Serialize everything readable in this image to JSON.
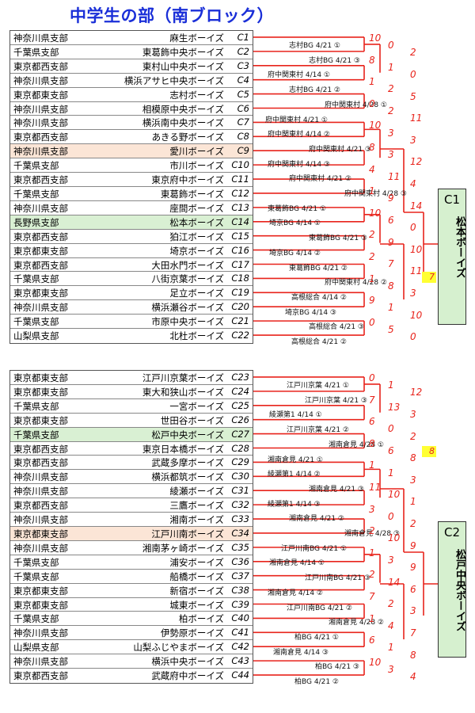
{
  "title": "中学生の部（南ブロック）",
  "block1_rows": [
    {
      "branch": "神奈川県支部",
      "team": "麻生ボーイズ",
      "code": "C1",
      "hl": ""
    },
    {
      "branch": "千葉県支部",
      "team": "東葛飾中央ボーイズ",
      "code": "C2",
      "hl": ""
    },
    {
      "branch": "東京都西支部",
      "team": "東村山中央ボーイズ",
      "code": "C3",
      "hl": ""
    },
    {
      "branch": "神奈川県支部",
      "team": "横浜アサヒ中央ボーイズ",
      "code": "C4",
      "hl": ""
    },
    {
      "branch": "東京都東支部",
      "team": "志村ボーイズ",
      "code": "C5",
      "hl": ""
    },
    {
      "branch": "神奈川県支部",
      "team": "相模原中央ボーイズ",
      "code": "C6",
      "hl": ""
    },
    {
      "branch": "神奈川県支部",
      "team": "横浜南中央ボーイズ",
      "code": "C7",
      "hl": ""
    },
    {
      "branch": "東京都西支部",
      "team": "あきる野ボーイズ",
      "code": "C8",
      "hl": ""
    },
    {
      "branch": "神奈川県支部",
      "team": "愛川ボーイズ",
      "code": "C9",
      "hl": "hl-orange"
    },
    {
      "branch": "千葉県支部",
      "team": "市川ボーイズ",
      "code": "C10",
      "hl": ""
    },
    {
      "branch": "東京都西支部",
      "team": "東京府中ボーイズ",
      "code": "C11",
      "hl": ""
    },
    {
      "branch": "千葉県支部",
      "team": "東葛飾ボーイズ",
      "code": "C12",
      "hl": ""
    },
    {
      "branch": "神奈川県支部",
      "team": "座間ボーイズ",
      "code": "C13",
      "hl": ""
    },
    {
      "branch": "長野県支部",
      "team": "松本ボーイズ",
      "code": "C14",
      "hl": "hl-green"
    },
    {
      "branch": "東京都西支部",
      "team": "狛江ボーイズ",
      "code": "C15",
      "hl": ""
    },
    {
      "branch": "東京都東支部",
      "team": "埼京ボーイズ",
      "code": "C16",
      "hl": ""
    },
    {
      "branch": "東京都西支部",
      "team": "大田水門ボーイズ",
      "code": "C17",
      "hl": ""
    },
    {
      "branch": "千葉県支部",
      "team": "八街京葉ボーイズ",
      "code": "C18",
      "hl": ""
    },
    {
      "branch": "東京都東支部",
      "team": "足立ボーイズ",
      "code": "C19",
      "hl": ""
    },
    {
      "branch": "神奈川県支部",
      "team": "横浜瀬谷ボーイズ",
      "code": "C20",
      "hl": ""
    },
    {
      "branch": "千葉県支部",
      "team": "市原中央ボーイズ",
      "code": "C21",
      "hl": ""
    },
    {
      "branch": "山梨県支部",
      "team": "北杜ボーイズ",
      "code": "C22",
      "hl": ""
    }
  ],
  "block2_rows": [
    {
      "branch": "東京都東支部",
      "team": "江戸川京葉ボーイズ",
      "code": "C23",
      "hl": ""
    },
    {
      "branch": "東京都東支部",
      "team": "東大和狭山ボーイズ",
      "code": "C24",
      "hl": ""
    },
    {
      "branch": "千葉県支部",
      "team": "一宮ボーイズ",
      "code": "C25",
      "hl": ""
    },
    {
      "branch": "東京都東支部",
      "team": "世田谷ボーイズ",
      "code": "C26",
      "hl": ""
    },
    {
      "branch": "千葉県支部",
      "team": "松戸中央ボーイズ",
      "code": "C27",
      "hl": "hl-green"
    },
    {
      "branch": "東京都西支部",
      "team": "東京日本橋ボーイズ",
      "code": "C28",
      "hl": ""
    },
    {
      "branch": "東京都西支部",
      "team": "武蔵多摩ボーイズ",
      "code": "C29",
      "hl": ""
    },
    {
      "branch": "神奈川県支部",
      "team": "横浜都筑ボーイズ",
      "code": "C30",
      "hl": ""
    },
    {
      "branch": "神奈川県支部",
      "team": "綾瀬ボーイズ",
      "code": "C31",
      "hl": ""
    },
    {
      "branch": "東京都西支部",
      "team": "三鷹ボーイズ",
      "code": "C32",
      "hl": ""
    },
    {
      "branch": "神奈川県支部",
      "team": "湘南ボーイズ",
      "code": "C33",
      "hl": ""
    },
    {
      "branch": "東京都東支部",
      "team": "江戸川南ボーイズ",
      "code": "C34",
      "hl": "hl-orange"
    },
    {
      "branch": "神奈川県支部",
      "team": "湘南茅ヶ崎ボーイズ",
      "code": "C35",
      "hl": ""
    },
    {
      "branch": "千葉県支部",
      "team": "浦安ボーイズ",
      "code": "C36",
      "hl": ""
    },
    {
      "branch": "千葉県支部",
      "team": "船橋ボーイズ",
      "code": "C37",
      "hl": ""
    },
    {
      "branch": "東京都東支部",
      "team": "新宿ボーイズ",
      "code": "C38",
      "hl": ""
    },
    {
      "branch": "東京都東支部",
      "team": "城東ボーイズ",
      "code": "C39",
      "hl": ""
    },
    {
      "branch": "千葉県支部",
      "team": "柏ボーイズ",
      "code": "C40",
      "hl": ""
    },
    {
      "branch": "神奈川県支部",
      "team": "伊勢原ボーイズ",
      "code": "C41",
      "hl": ""
    },
    {
      "branch": "山梨県支部",
      "team": "山梨ふじやまボーイズ",
      "code": "C42",
      "hl": ""
    },
    {
      "branch": "神奈川県支部",
      "team": "横浜中央ボーイズ",
      "code": "C43",
      "hl": ""
    },
    {
      "branch": "東京都西支部",
      "team": "武蔵府中ボーイズ",
      "code": "C44",
      "hl": ""
    }
  ],
  "block1_labels": [
    "志村BG 4/21 ①",
    "志村BG 4/21 ③",
    "府中関東村 4/14 ①",
    "志村BG 4/21 ②",
    "府中関東村 4/28 ①",
    "府中関東村 4/21 ①",
    "府中関東村 4/14 ②",
    "府中関東村 4/21 ③",
    "府中関東村 4/14 ③",
    "府中関東村 4/21 ②",
    "府中関東村 4/28 ③",
    "東葛飾BG 4/21 ①",
    "埼京BG 4/14 ①",
    "東葛飾BG 4/21 ③",
    "埼京BG 4/14 ②",
    "東葛飾BG 4/21 ②",
    "府中関東村 4/28 ②",
    "高根総合 4/14 ②",
    "埼京BG 4/14 ③",
    "高根総合 4/21 ③",
    "高根総合 4/21 ②"
  ],
  "block1_scores": [
    "10",
    "0",
    "2",
    "8",
    "1",
    "0",
    "1",
    "2",
    "5",
    "0",
    "2",
    "11",
    "10",
    "3",
    "3",
    "8",
    "3",
    "12",
    "4",
    "11",
    "4",
    "1",
    "9",
    "14",
    "10",
    "6",
    "0",
    "2",
    "9",
    "10",
    "2",
    "7",
    "11",
    "1",
    "8",
    "3",
    "9",
    "1",
    "10",
    "0",
    "5",
    "0"
  ],
  "block2_labels": [
    "江戸川京葉 4/21 ①",
    "江戸川京葉 4/21 ③",
    "綾瀬第1 4/14 ①",
    "江戸川京葉 4/21 ②",
    "湘南倉見 4/28 ①",
    "湘南倉見 4/21 ①",
    "綾瀬第1 4/14 ②",
    "湘南倉見 4/21 ③",
    "綾瀬第1 4/14 ③",
    "湘南倉見 4/21 ②",
    "湘南倉見 4/28 ③",
    "江戸川南BG 4/21 ①",
    "湘南倉見 4/14 ①",
    "江戸川南BG 4/21 ③",
    "湘南倉見 4/14 ②",
    "江戸川南BG 4/21 ②",
    "湘南倉見 4/28 ②",
    "柏BG 4/21 ①",
    "湘南倉見 4/14 ③",
    "柏BG 4/21 ③",
    "柏BG 4/21 ②"
  ],
  "block2_scores": [
    "0",
    "1",
    "12",
    "7",
    "13",
    "3",
    "6",
    "0",
    "2",
    "8",
    "6",
    "8",
    "1",
    "1",
    "3",
    "11",
    "10",
    "1",
    "3",
    "0",
    "2",
    "2",
    "10",
    "9",
    "1",
    "3",
    "9",
    "2",
    "14",
    "6",
    "7",
    "2",
    "3",
    "1",
    "4",
    "7",
    "6",
    "1",
    "8",
    "10",
    "3",
    "4"
  ],
  "champions": [
    {
      "code": "C1",
      "name": "松本ボーイズ",
      "final_score": "7"
    },
    {
      "code": "C2",
      "name": "松戸中央ボーイズ",
      "final_score": "8"
    }
  ],
  "colors": {
    "title": "#1a2fd8",
    "line": "#e8231b",
    "highlight": "#ffff33"
  }
}
